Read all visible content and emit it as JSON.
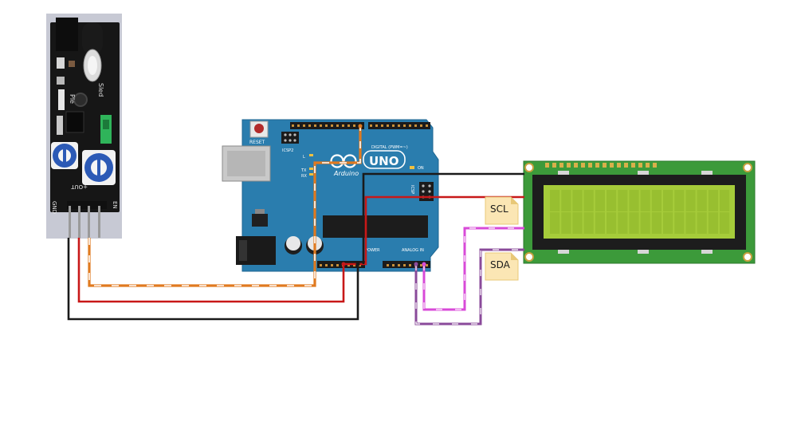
{
  "sensor": {
    "pin_labels": [
      "GND",
      "+OUT",
      "EN"
    ],
    "silk_left": "Ple",
    "silk_right": "Sled"
  },
  "arduino": {
    "reset_label": "RESET",
    "icsp2_label": "ICSP2",
    "brand": "Arduino",
    "model": "UNO",
    "on_label": "ON",
    "digital_label": "DIGITAL (PWM=~)",
    "power_label": "POWER",
    "analog_label": "ANALOG IN",
    "icsp_label": "ICSP",
    "led_l": "L",
    "led_tx": "TX",
    "led_rx": "RX"
  },
  "lcd": {
    "columns": 16,
    "rows": 2
  },
  "labels": {
    "scl": "SCL",
    "sda": "SDA"
  },
  "colors": {
    "board_blue": "#2a7dae",
    "sensor_pcb": "#1a1a1a",
    "lcd_pcb": "#3c9a3a",
    "lcd_screen": "#a6cc3a",
    "wire_orange": "#e07a20",
    "wire_red": "#c81818",
    "wire_black": "#1a1a1a",
    "wire_magenta": "#d84ad8",
    "wire_purple": "#8a4a9a",
    "note_fill": "#fbe6b4"
  }
}
